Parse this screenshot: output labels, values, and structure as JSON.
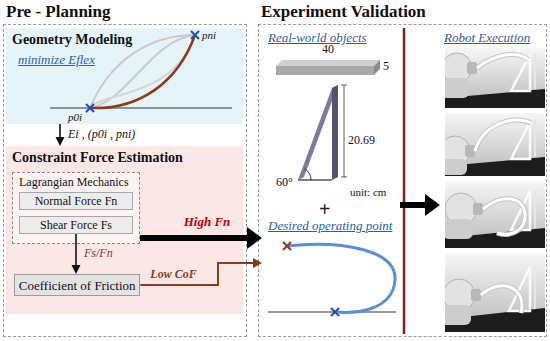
{
  "diagram": {
    "nodes": [
      {
        "text": [
          "Pre - Planning"
        ]
      },
      {
        "text": [
          "Geometry Modeling",
          "minimize Eflex"
        ],
        "in": 0
      },
      {
        "text": [
          "Constraint Force Estimation"
        ],
        "in": 0
      },
      {
        "text": [
          "Lagrangian Mechanics"
        ],
        "in": 2
      },
      {
        "text": [
          "Normal Force Fn"
        ],
        "in": 3
      },
      {
        "text": [
          "Shear Force Fs"
        ],
        "in": 3
      },
      {
        "text": [
          "Coefficient of Friction"
        ],
        "in": 2
      },
      {
        "text": [
          "Experiment Validation"
        ]
      },
      {
        "text": [
          "Real-world objects",
          "Desired operating point"
        ],
        "in": 7
      },
      {
        "text": [
          "Robot Execution"
        ],
        "in": 7
      }
    ],
    "edges": [
      {
        "from": 1,
        "to": 2,
        "arrow": "to",
        "label": "Ei , (p0i , pni)"
      },
      {
        "from": 5,
        "to": 6,
        "arrow": "to",
        "label": "Fs/Fn"
      },
      {
        "from": 3,
        "to": 8,
        "arrow": "to",
        "label": "High Fn"
      },
      {
        "from": 6,
        "to": 8,
        "arrow": "to",
        "label": "Low CoF"
      },
      {
        "from": 8,
        "to": 9,
        "arrow": "to"
      }
    ],
    "labels": [
      "p0i",
      "pni",
      "40",
      "5",
      "20.69",
      "60°",
      "unit: cm",
      "+"
    ]
  }
}
